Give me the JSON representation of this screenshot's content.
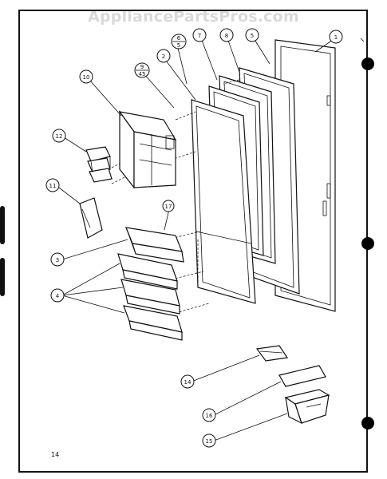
{
  "watermark": "AppliancePartsPros.com",
  "page_number": "14",
  "callouts": [
    {
      "id": "c1",
      "label": "1"
    },
    {
      "id": "c2",
      "label": "2"
    },
    {
      "id": "c3",
      "label": "3"
    },
    {
      "id": "c4",
      "label": "4"
    },
    {
      "id": "c5",
      "label": "5"
    },
    {
      "id": "c6",
      "label": "6"
    },
    {
      "id": "c7",
      "label": "7"
    },
    {
      "id": "c8",
      "label": "8"
    },
    {
      "id": "c10",
      "label": "10"
    },
    {
      "id": "c11",
      "label": "11"
    },
    {
      "id": "c12",
      "label": "12"
    },
    {
      "id": "c14",
      "label": "14"
    },
    {
      "id": "c15",
      "label": "15"
    },
    {
      "id": "c16",
      "label": "16"
    },
    {
      "id": "c17",
      "label": "17"
    }
  ],
  "stacked_callouts": {
    "a": {
      "top": "6",
      "bottom": "5"
    },
    "b": {
      "top": "9",
      "bottom": "45"
    }
  }
}
